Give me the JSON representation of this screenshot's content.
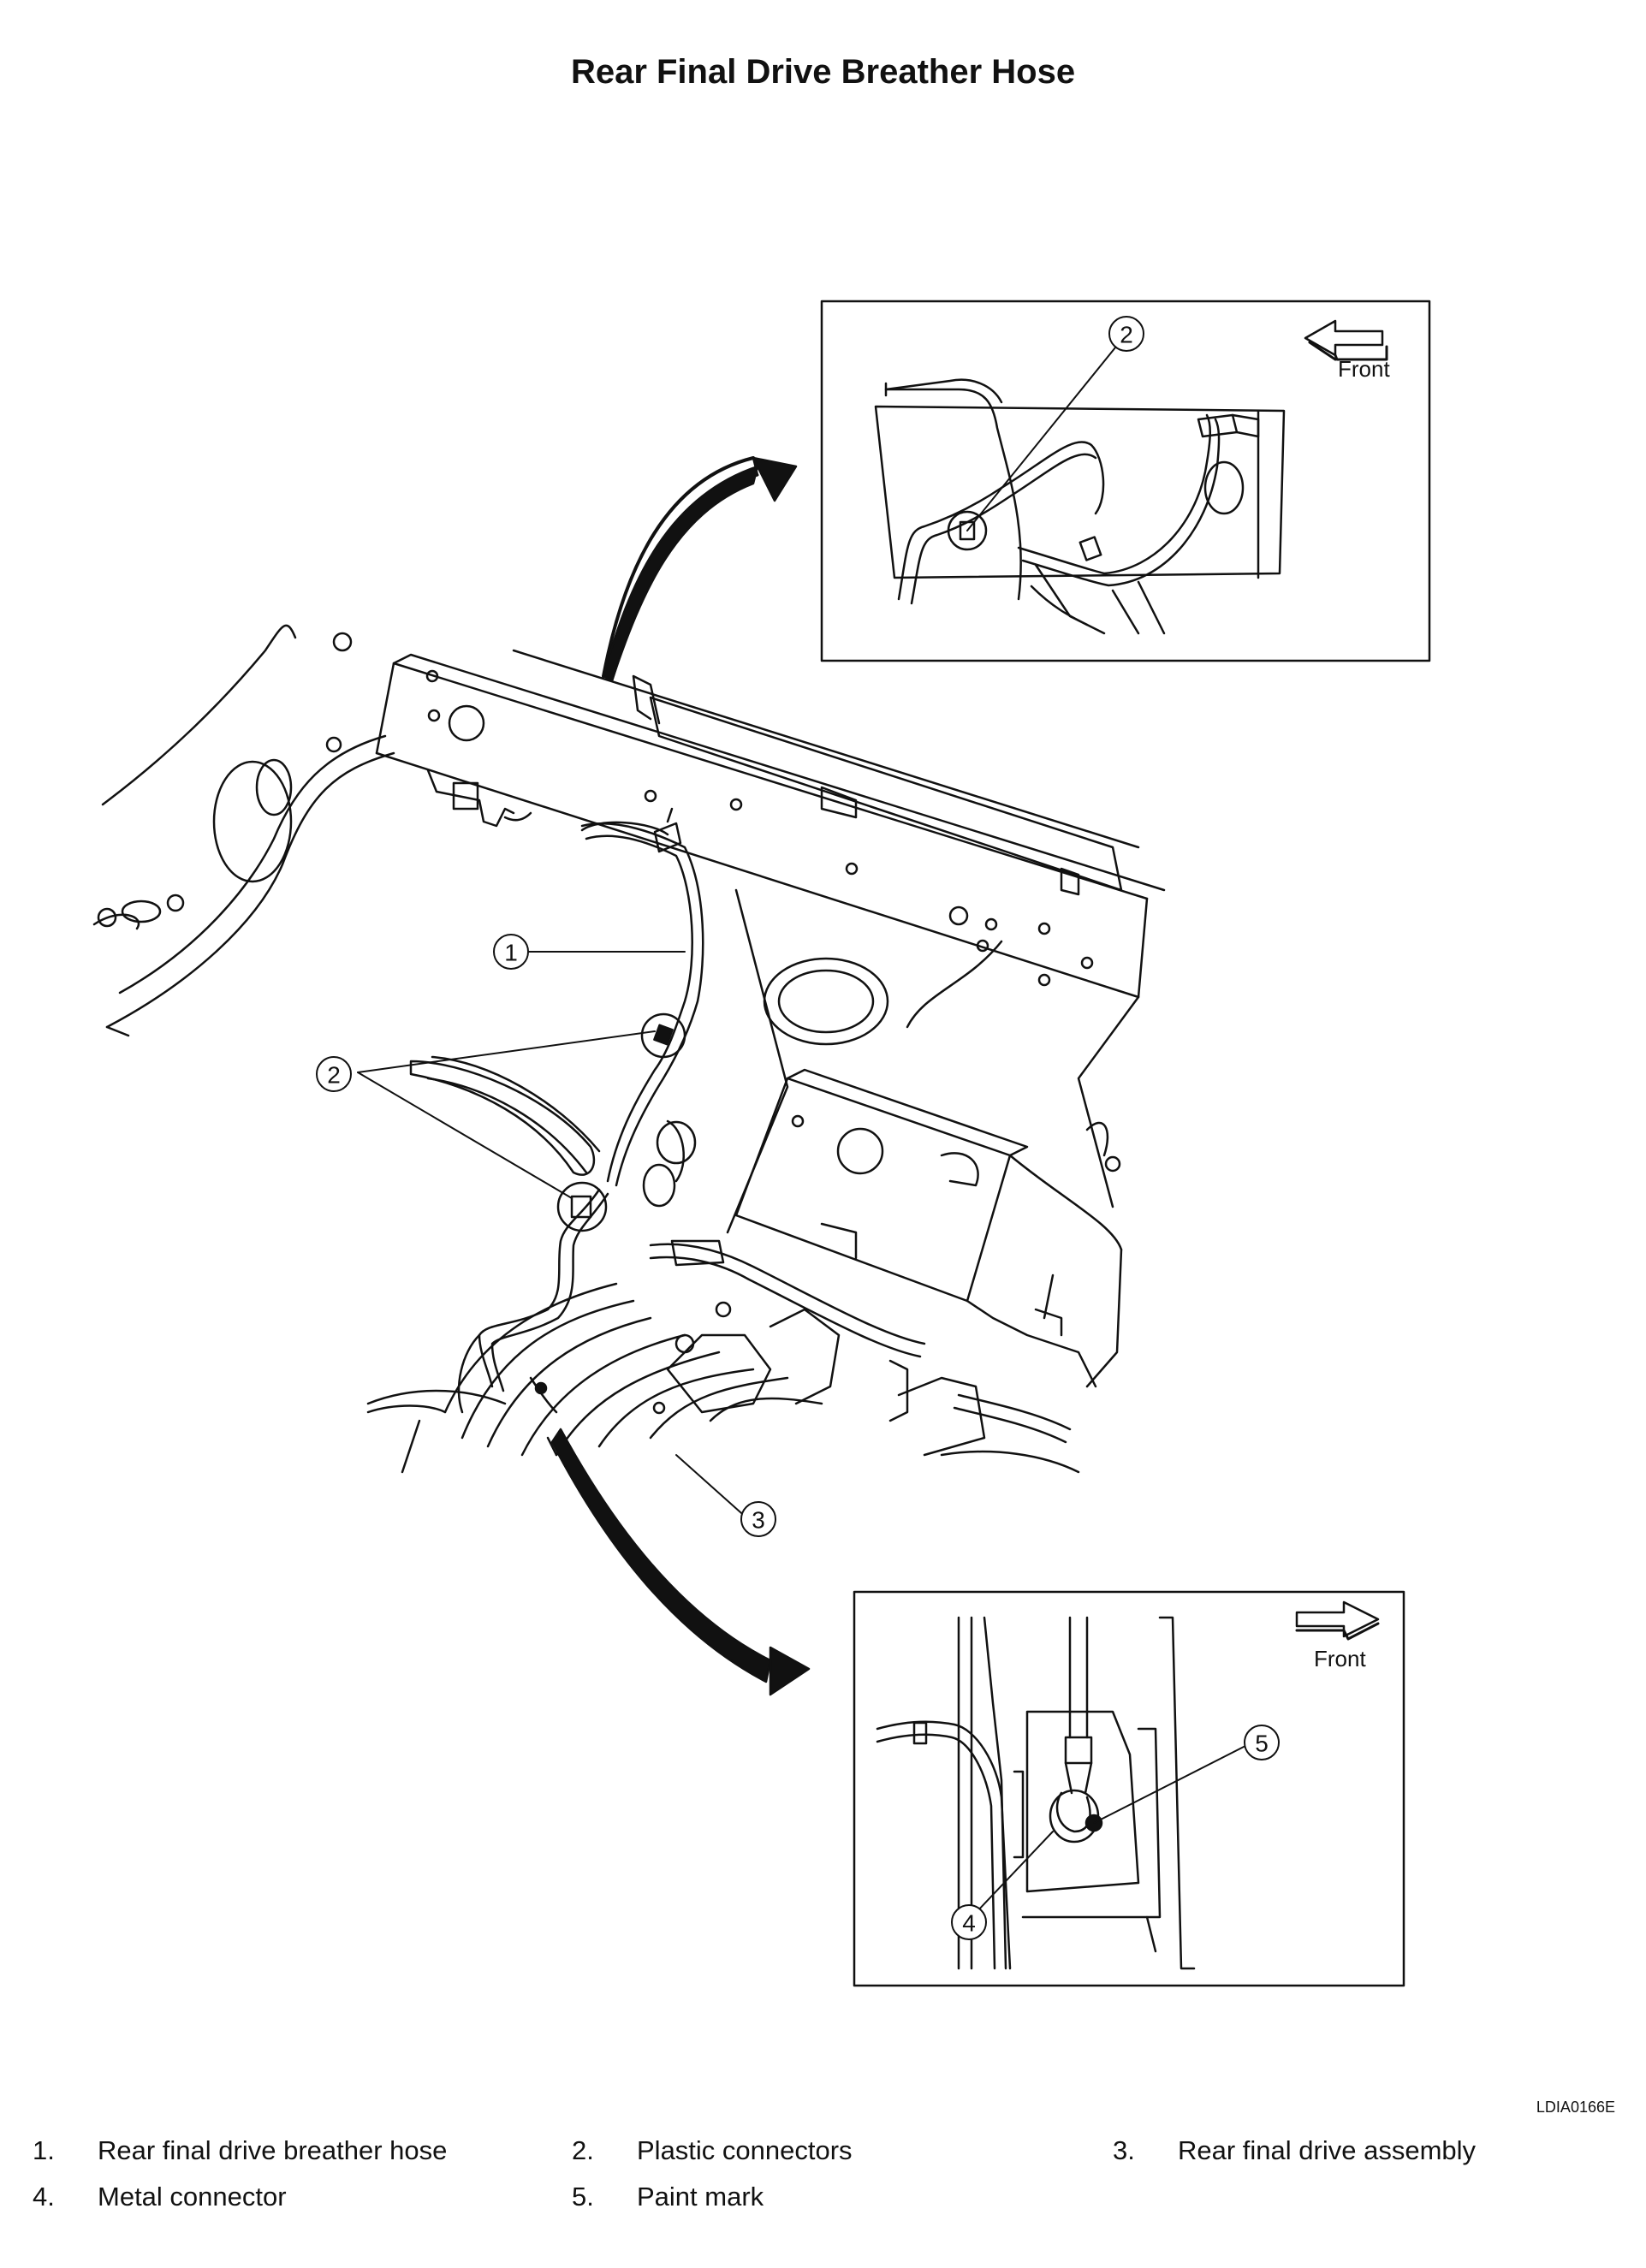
{
  "title": "Rear Final Drive Breather Hose",
  "figure_id": "LDIA0166E",
  "callouts": {
    "c1": "1",
    "c2": "2",
    "c3": "3",
    "c4": "4",
    "c5": "5"
  },
  "inset_top": {
    "front_label": "Front",
    "arrow_direction": "left"
  },
  "inset_bottom": {
    "front_label": "Front",
    "arrow_direction": "right"
  },
  "legend": [
    {
      "num": "1.",
      "label": "Rear final drive breather hose"
    },
    {
      "num": "2.",
      "label": "Plastic connectors"
    },
    {
      "num": "3.",
      "label": "Rear final drive assembly"
    },
    {
      "num": "4.",
      "label": "Metal connector"
    },
    {
      "num": "5.",
      "label": "Paint mark"
    }
  ]
}
